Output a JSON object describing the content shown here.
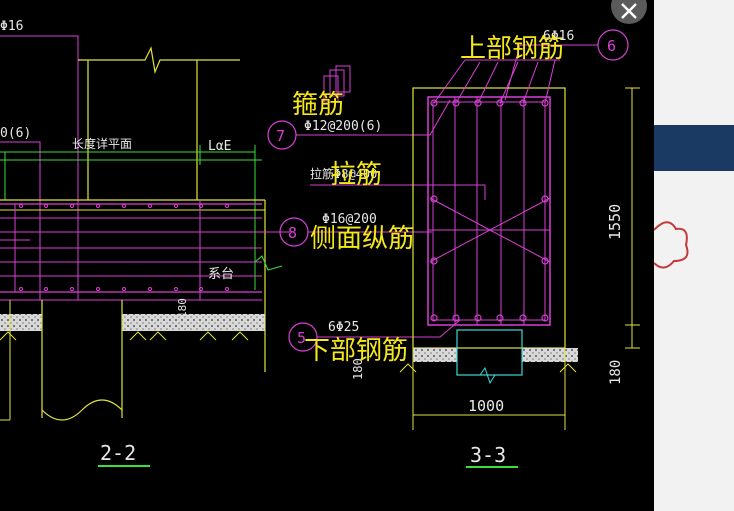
{
  "viewer": {
    "close_icon": "close-icon",
    "colors": {
      "background": "#000000",
      "magenta": "#d93fd6",
      "yellow": "#e4e43c",
      "green": "#38e038",
      "cyan": "#3fd6d6",
      "annotation": "#f4e81b"
    }
  },
  "annotations": {
    "top_rebar": "上部钢筋",
    "stirrup": "箍筋",
    "tie_bar": "拉筋",
    "side_rebar": "侧面纵筋",
    "bottom_rebar": "下部钢筋"
  },
  "drawing": {
    "left_top_rebar": "Φ16",
    "left_stirrup": "0(6)",
    "plan_label": "长度详平面",
    "lae": "LαE",
    "tie_beam_label": "系台",
    "section_2_2": "2-2",
    "section_3_3": "3-3",
    "top_bars": "6Φ16",
    "stirrup_spec": "Φ12@200(6)",
    "tie_spec": "拉筋Φ8@400",
    "side_spec": "Φ16@200",
    "bottom_bars": "6Φ25",
    "height_dim": "1550",
    "width_dim": "1000",
    "bottom_dim": "180",
    "left_dim": "180",
    "callouts": {
      "c6": "6",
      "c7": "7",
      "c8": "8",
      "c5": "5"
    }
  }
}
